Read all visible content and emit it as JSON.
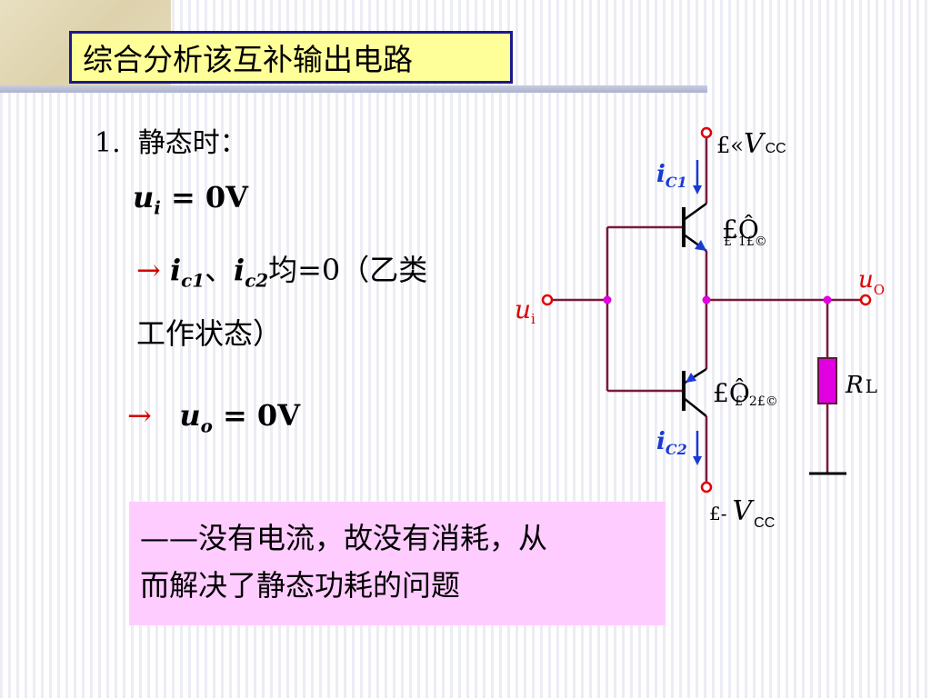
{
  "title": "综合分析该互补输出电路",
  "step": {
    "number": "1.",
    "label": "静态时："
  },
  "eq1": {
    "var": "u",
    "sub": "i",
    "rest": " = 0V"
  },
  "eq2": {
    "arrow": "→",
    "i1": "i",
    "i1_sub": "c1",
    "sep": "、",
    "i2": "i",
    "i2_sub": "c2",
    "rest": "均=0（乙类",
    "line2": "工作状态）"
  },
  "eq3": {
    "arrow": "→",
    "var": "u",
    "sub": "o",
    "rest": " = 0V"
  },
  "note": {
    "line1": "——没有电流，故没有消耗，从",
    "line2": "而解决了静态功耗的问题"
  },
  "circuit": {
    "vcc_pos_prefix": "£«",
    "vcc_pos": "V",
    "vcc_pos_sub": "CC",
    "vcc_neg_prefix": "£-",
    "vcc_neg": "V",
    "vcc_neg_sub": "CC",
    "ic1": "i",
    "ic1_sub": "C1",
    "ic2": "i",
    "ic2_sub": "C2",
    "t1_garble": "£Ô",
    "t1_garble_sub": "£¨1£©",
    "t2_garble": "£Ô",
    "t2_garble_sub": "£¨2£©",
    "uo": "u",
    "uo_sub": "O",
    "ui": "u",
    "ui_sub": "i",
    "rl": "R",
    "rl_sub": "L"
  },
  "colors": {
    "wire": "#7a1a3a",
    "blue": "#1a3ad6",
    "node": "#e000e0",
    "terminal": "#e00000",
    "resistor": "#e000e0",
    "title_bg": "#ffff99",
    "note_bg": "#ffccff"
  }
}
